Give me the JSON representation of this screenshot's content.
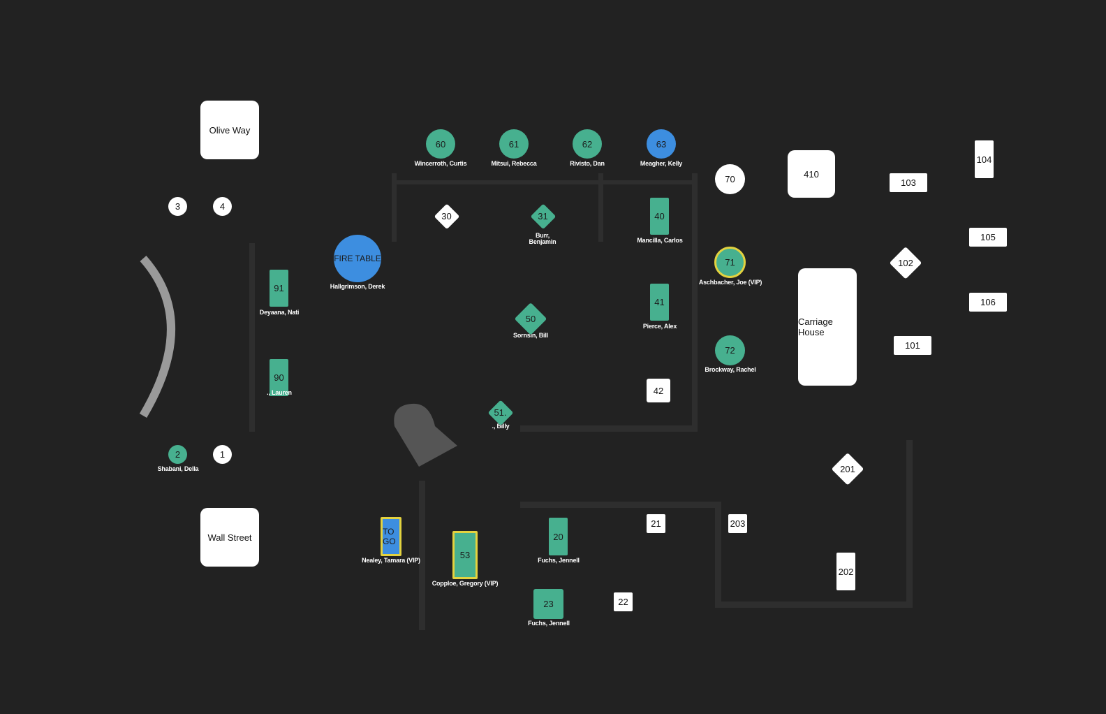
{
  "rooms": {
    "olive_way": "Olive Way",
    "wall_street": "Wall Street",
    "carriage_house": "Carriage House",
    "fire_table": "FIRE TABLE",
    "to_go": "TO GO"
  },
  "tables": {
    "t1": "1",
    "t2": "2",
    "t3": "3",
    "t4": "4",
    "t20": "20",
    "t21": "21",
    "t22": "22",
    "t23": "23",
    "t30": "30",
    "t31": "31",
    "t40": "40",
    "t41": "41",
    "t42": "42",
    "t50": "50",
    "t51": "51.",
    "t53": "53",
    "t60": "60",
    "t61": "61",
    "t62": "62",
    "t63": "63",
    "t70": "70",
    "t71": "71",
    "t72": "72",
    "t90": "90",
    "t91": "91",
    "t101": "101",
    "t102": "102",
    "t103": "103",
    "t104": "104",
    "t105": "105",
    "t106": "106",
    "t201": "201",
    "t202": "202",
    "t203": "203",
    "t410": "410"
  },
  "guests": {
    "g2": "Shabani, Della",
    "g20": "Fuchs, Jennell",
    "g23": "Fuchs, Jennell",
    "g31a": "Burr,",
    "g31b": "Benjamin",
    "g40": "Mancilla, Carlos",
    "g41": "Pierce, Alex",
    "g50": "Sornsin, Bill",
    "g51": "., Billy",
    "g53": "Copploe, Gregory (VIP)",
    "g60": "Wincerroth, Curtis",
    "g61": "Mitsui, Rebecca",
    "g62": "Rivisto, Dan",
    "g63": "Meagher, Kelly",
    "g71": "Aschbacher, Joe (VIP)",
    "g72": "Brockway, Rachel",
    "g90": "., Lauren",
    "g91": "Deyaana, Nati",
    "fire": "Hallgrimson, Derek",
    "togo": "Nealey, Tamara (VIP)"
  },
  "colors": {
    "background": "#222222",
    "available": "#ffffff",
    "seated": "#47b08f",
    "reserved": "#3d8ee0",
    "vip_outline": "#e3d23f",
    "walls": "#2e2e2e"
  },
  "icons": {
    "piano": "grand-piano-icon",
    "entry": "curved-wall"
  }
}
